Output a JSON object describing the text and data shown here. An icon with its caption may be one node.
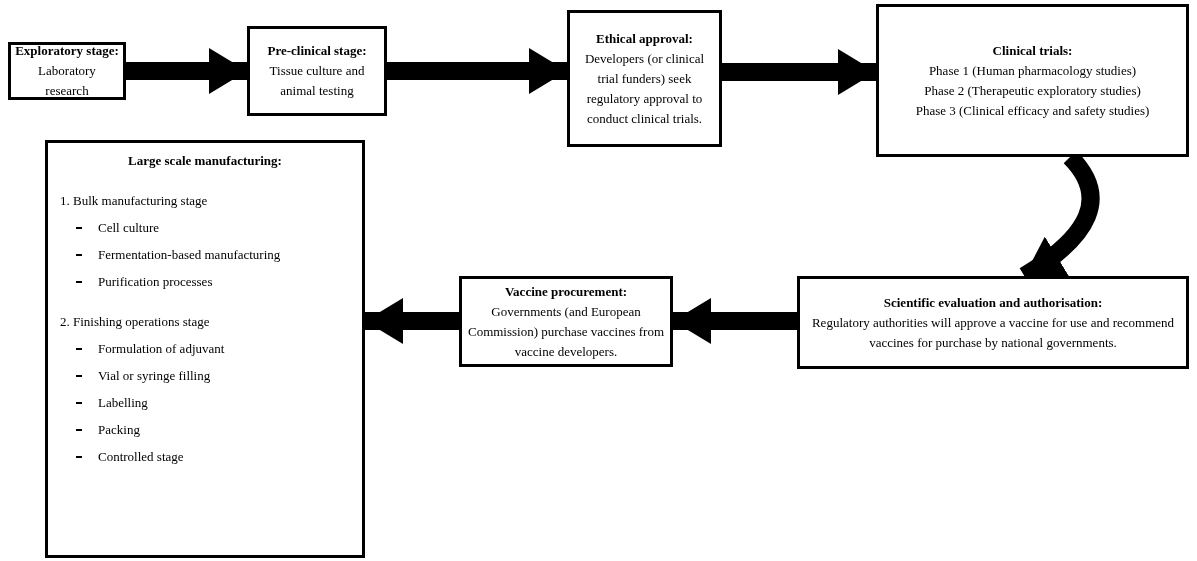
{
  "diagram": {
    "nodes": [
      {
        "text": [
          "Exploratory stage:",
          "Laboratory research"
        ]
      },
      {
        "text": [
          "Pre-clinical stage:",
          "Tissue culture and animal testing"
        ]
      },
      {
        "text": [
          "Ethical approval:",
          "Developers (or clinical trial funders) seek regulatory approval to conduct clinical trials."
        ]
      },
      {
        "text": [
          "Clinical trials:",
          "Phase 1 (Human pharmacology studies)",
          "Phase 2 (Therapeutic exploratory studies)",
          "Phase 3 (Clinical efficacy and safety studies)"
        ]
      },
      {
        "text": [
          "Large scale manufacturing:",
          "1. Bulk manufacturing stage",
          "Cell culture",
          "Fermentation-based manufacturing",
          "Purification processes",
          "2. Finishing operations stage",
          "Formulation of adjuvant",
          "Vial or syringe filling",
          "Labelling",
          "Packing",
          "Controlled stage"
        ]
      },
      {
        "text": [
          "Vaccine procurement:",
          "Governments (and European Commission) purchase vaccines from vaccine developers."
        ]
      },
      {
        "text": [
          "Scientific evaluation and authorisation:",
          "Regulatory authorities will approve a vaccine for use and recommend vaccines for purchase by national governments."
        ]
      }
    ],
    "edges": [
      {
        "from": 0,
        "to": 1,
        "arrow": "to"
      },
      {
        "from": 1,
        "to": 2,
        "arrow": "to"
      },
      {
        "from": 2,
        "to": 3,
        "arrow": "to"
      },
      {
        "from": 3,
        "to": 6,
        "arrow": "to"
      },
      {
        "from": 6,
        "to": 5,
        "arrow": "to"
      },
      {
        "from": 5,
        "to": 4,
        "arrow": "to"
      }
    ]
  }
}
